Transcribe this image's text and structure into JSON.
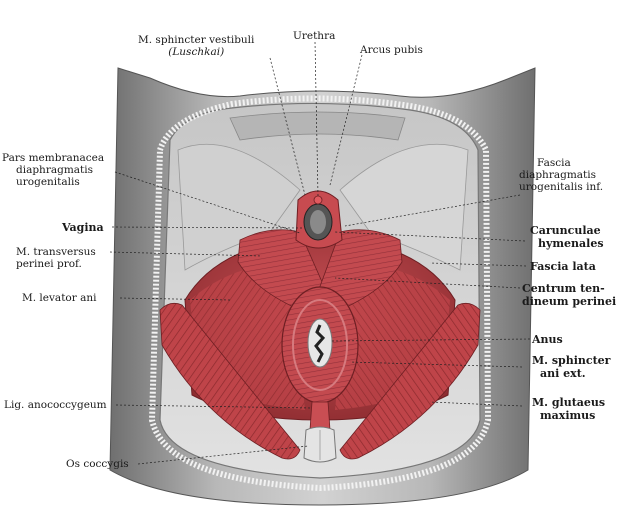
{
  "labels": {
    "sphincter_vestibuli": "M. sphincter vestibuli",
    "sphincter_vestibuli_note": "(Luschkai)",
    "urethra": "Urethra",
    "arcus_pubis": "Arcus pubis",
    "pars_membranacea_1": "Pars membranacea",
    "pars_membranacea_2": "diaphragmatis",
    "pars_membranacea_3": "urogenitalis",
    "fascia_diaphragmatis_1": "Fascia",
    "fascia_diaphragmatis_2": "diaphragmatis",
    "fascia_diaphragmatis_3": "urogenitalis inf.",
    "vagina": "Vagina",
    "carunculae_1": "Carunculae",
    "carunculae_2": "hymenales",
    "transversus_1": "M. transversus",
    "transversus_2": "perinei prof.",
    "fascia_lata": "Fascia lata",
    "levator_ani": "M. levator ani",
    "centrum_1": "Centrum ten-",
    "centrum_2": "dineum perinei",
    "anus": "Anus",
    "sphincter_ani_1": "M. sphincter",
    "sphincter_ani_2": "ani ext.",
    "lig_anococcygeum": "Lig. anococcygeum",
    "glutaeus_1": "M. glutaeus",
    "glutaeus_2": "maximus",
    "os_coccygis": "Os coccygis"
  },
  "colors": {
    "skin_gray": "#9a9a9a",
    "skin_light": "#d6d6d6",
    "muscle_red": "#c2464a",
    "muscle_dark": "#8e2a2e",
    "leader": "#222222"
  }
}
